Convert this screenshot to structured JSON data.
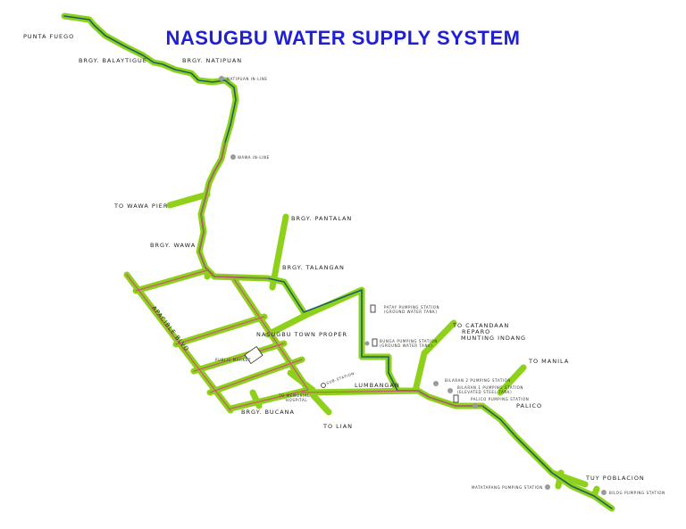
{
  "title": "NASUGBU WATER SUPPLY SYSTEM",
  "colors": {
    "title": "#1f1fd6",
    "road": "#8fd11a",
    "main_pipe": "#17606b",
    "distribution_pipe": "#c9577e",
    "station_marker": "#9a9a9a"
  },
  "places": {
    "punta_fuego": "PUNTA FUEGO",
    "balaytigue": "BRGY. BALAYTIGUE",
    "natipuan": "BRGY. NATIPUAN",
    "to_wawa_pier": "TO WAWA PIER",
    "pantalan": "BRGY. PANTALAN",
    "wawa": "BRGY. WAWA",
    "talangan": "BRGY. TALANGAN",
    "apacible": "APACIBLE BLVD",
    "town_proper": "NASUGBU TOWN PROPER",
    "public_market": "PUBLIC MARKET",
    "to_catandaan": "TO CATANDAAN",
    "reparo": "REPARO",
    "munting_indang": "MUNTING INDANG",
    "to_manila": "TO MANILA",
    "lumbangan": "LUMBANGAN",
    "to_memorial": "TO MEMORIAL",
    "hospital": "HOSPITAL",
    "bucana": "BRGY. BUCANA",
    "to_lian": "TO LIAN",
    "palico": "PALICO",
    "tuy_poblacion": "TUY POBLACION"
  },
  "stations": {
    "natipuan_inline": "NATIPUAN IN-LINE",
    "wawa_inline": "WAWA IN-LINE",
    "patay_1": "PATAY PUMPING STATION",
    "patay_2": "(GROUND WATER TANK)",
    "bunga_1": "BUNGA PUMPING STATION",
    "bunga_2": "(GROUND WATER TANK)",
    "bilaran2": "BILARAN 2 PUMPING STATION",
    "bilaran1_1": "BILARAN 1 PUMPING STATION",
    "bilaran1_2": "(ELEVATED STEEL TANK)",
    "palico_ps": "PALICO PUMPING STATION",
    "matatapang": "MATATAPANG PUMPING STATION",
    "bilog": "BILOG PUMPING STATION",
    "sub_station": "SUB-STATION"
  }
}
